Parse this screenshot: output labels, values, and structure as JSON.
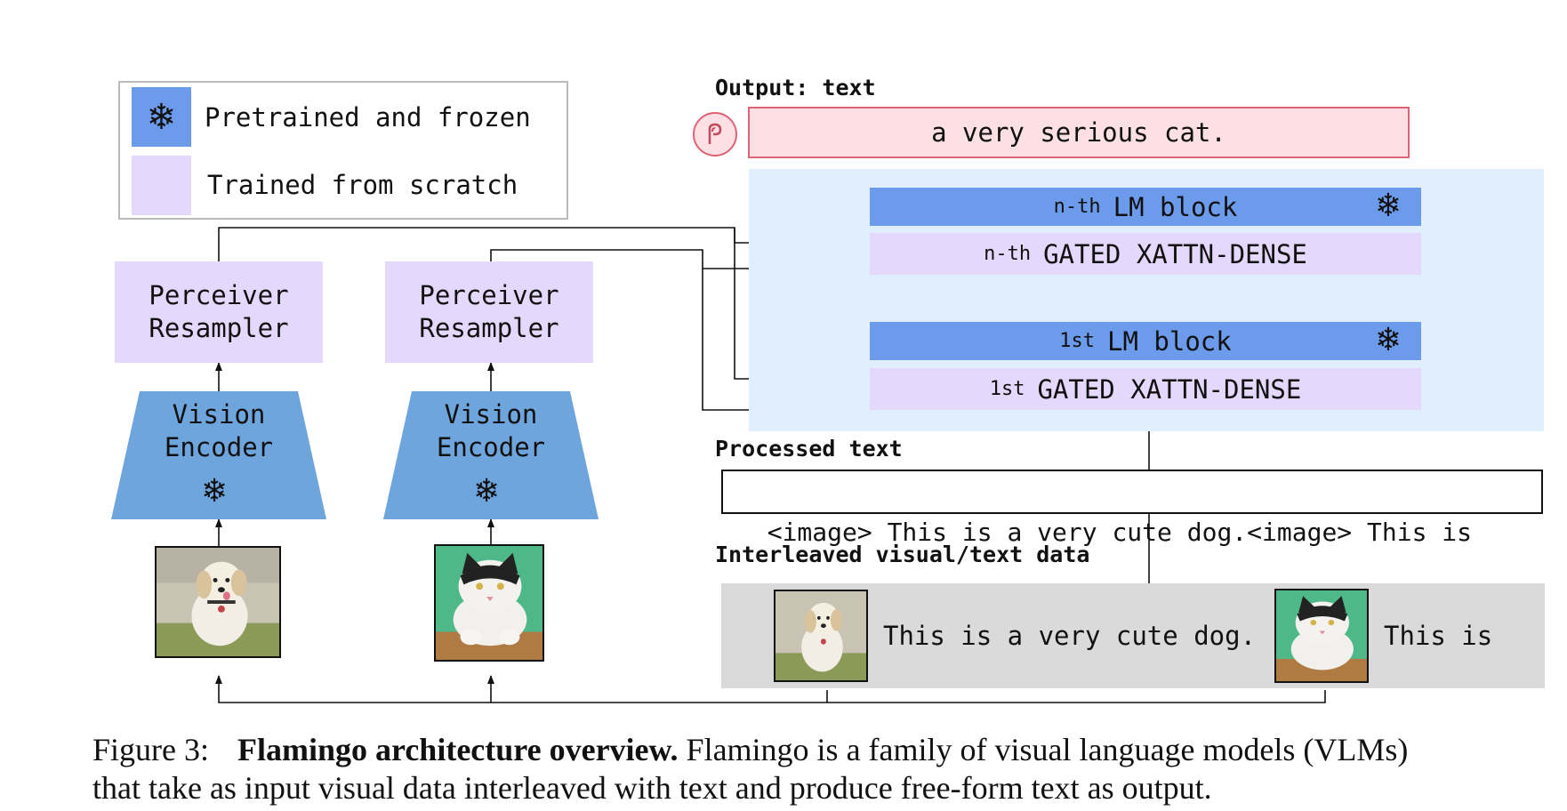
{
  "legend": {
    "frozen_label": "Pretrained and frozen",
    "trained_label": "Trained from scratch"
  },
  "output": {
    "heading": "Output: text",
    "text": "a very serious cat."
  },
  "lm_stack": {
    "top_block_prefix": "n-th",
    "top_block_name": "LM block",
    "top_xattn_prefix": "n-th",
    "top_xattn_name": "GATED XATTN-DENSE",
    "bottom_block_prefix": "1st",
    "bottom_block_name": "LM block",
    "bottom_xattn_prefix": "1st",
    "bottom_xattn_name": "GATED XATTN-DENSE"
  },
  "vision_branches": [
    {
      "resampler_line1": "Perceiver",
      "resampler_line2": "Resampler",
      "encoder_line1": "Vision",
      "encoder_line2": "Encoder",
      "image": "dog-photo"
    },
    {
      "resampler_line1": "Perceiver",
      "resampler_line2": "Resampler",
      "encoder_line1": "Vision",
      "encoder_line2": "Encoder",
      "image": "cat-photo"
    }
  ],
  "processed": {
    "heading": "Processed text",
    "text": "<image> This is a very cute dog.<image> This is"
  },
  "interleaved": {
    "heading": "Interleaved visual/text data",
    "text1": "This is a very cute dog.",
    "text2": "This is"
  },
  "caption": {
    "prefix": "Figure 3:",
    "bold": "Flamingo architecture overview.",
    "rest_line1": "Flamingo is a family of visual language models (VLMs)",
    "line2": "that take as input visual data interleaved with text and produce free-form text as output."
  },
  "icons": {
    "frozen": "snowflake-icon",
    "flamingo": "flamingo-icon"
  },
  "colors": {
    "frozen_blue": "#6b9bea",
    "trained_purple": "#e5d8fd",
    "output_pink": "#fde0e4",
    "output_border": "#e06275",
    "lm_panel_bg": "#e1eefd",
    "interleaved_bg": "#dadada"
  },
  "glyphs": {
    "snowflake": "❄"
  }
}
